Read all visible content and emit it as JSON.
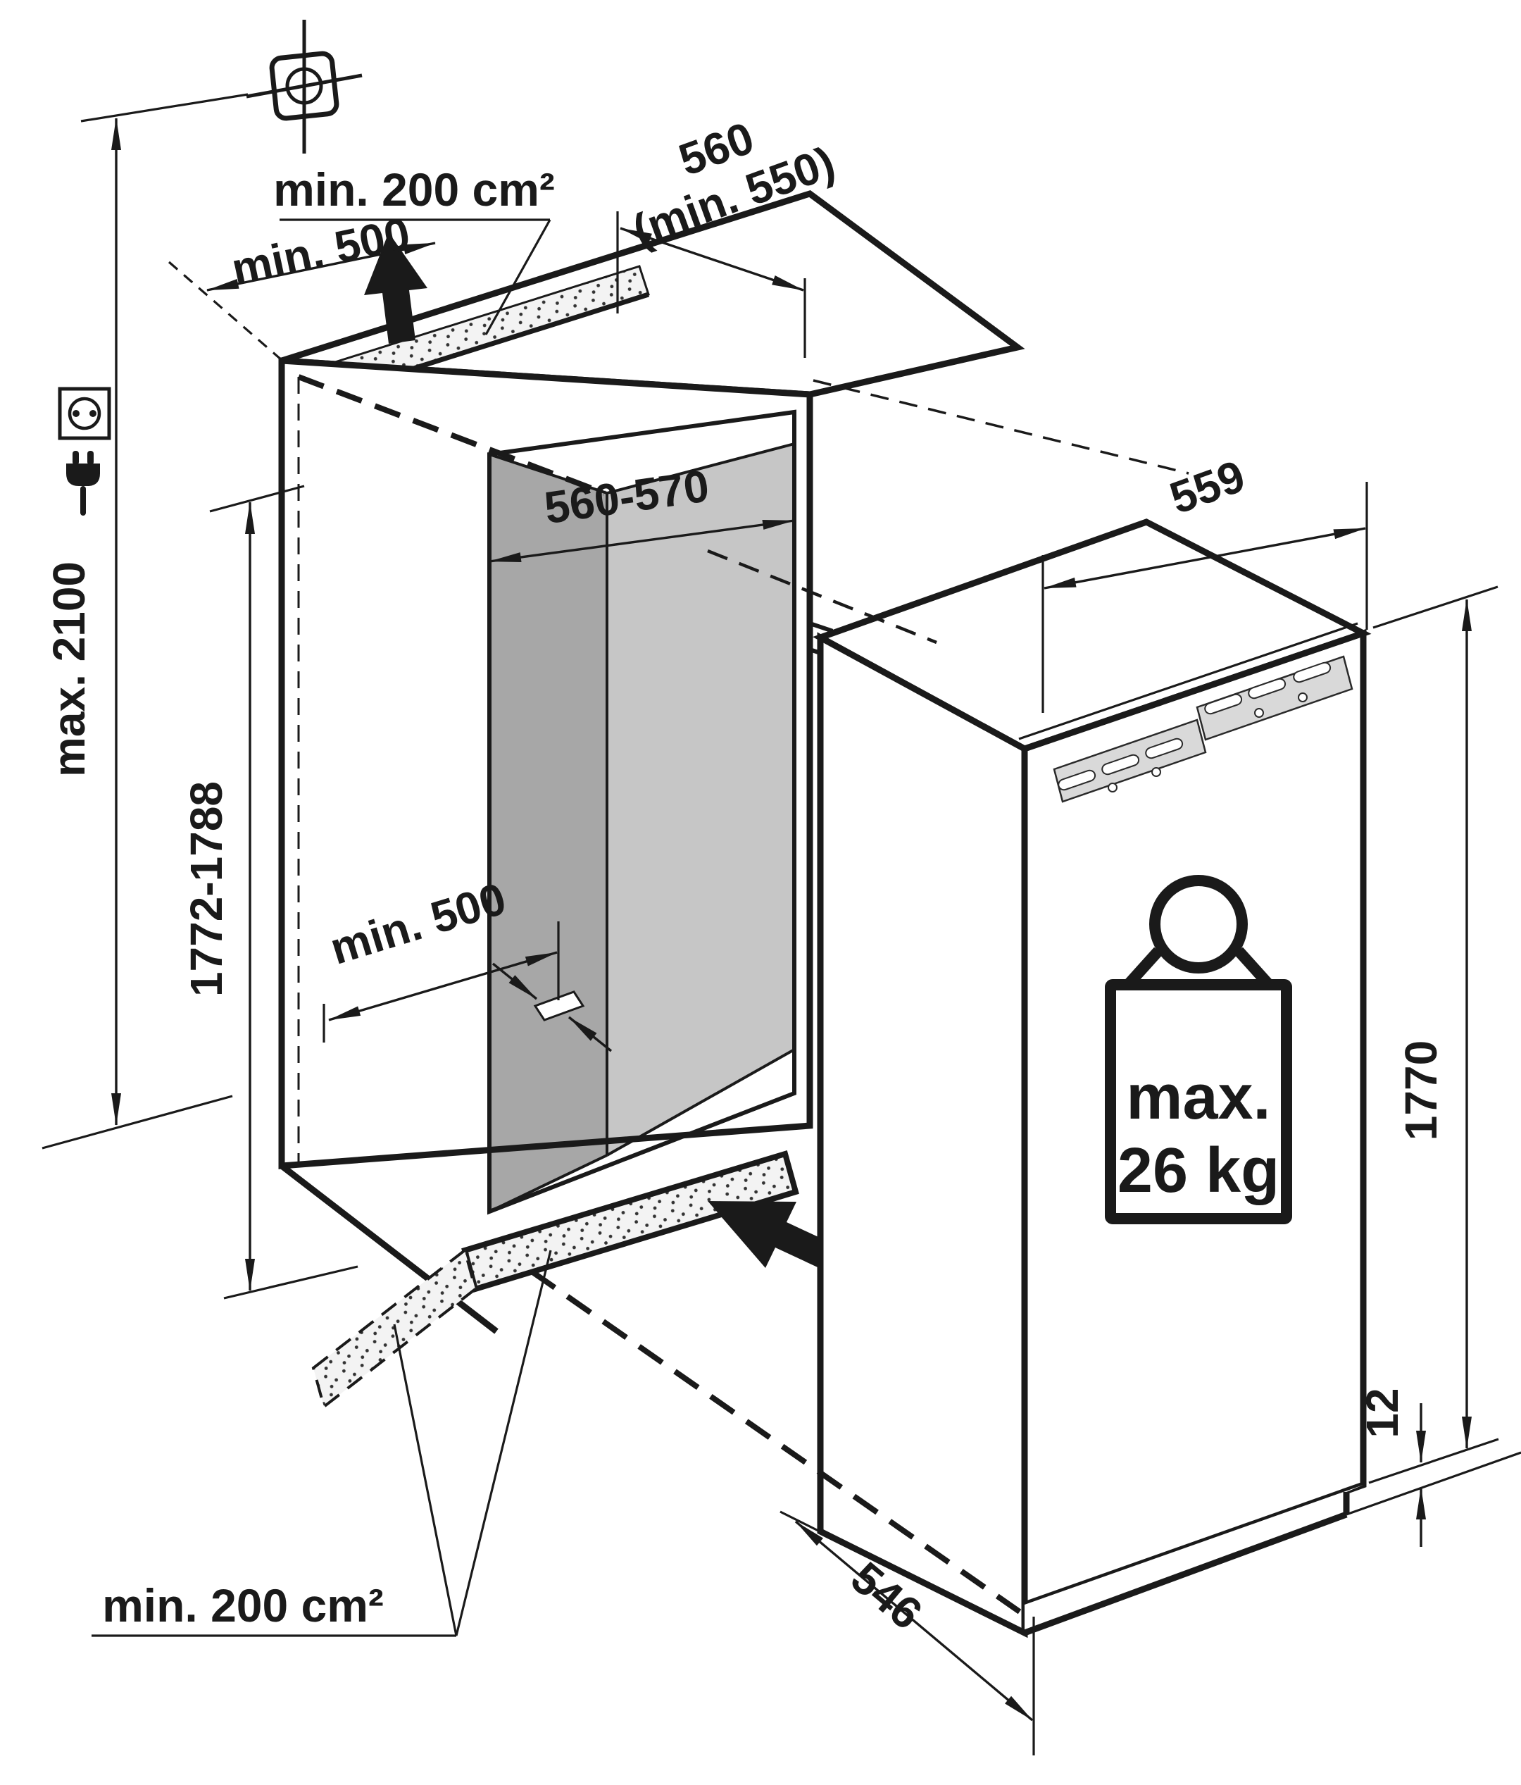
{
  "diagram": {
    "labels": {
      "top_vent_area": "min. 200 cm²",
      "top_clearance": "min. 500",
      "niche_depth_line1": "560",
      "niche_depth_line2": "(min. 550)",
      "max_height": "max. 2100",
      "niche_height": "1772-1788",
      "niche_width": "560-570",
      "floor_clearance": "min. 500",
      "appliance_width": "559",
      "appliance_height": "1770",
      "plinth_gap": "12",
      "appliance_depth": "546",
      "bottom_vent_area": "min. 200 cm²",
      "door_weight_line1": "max.",
      "door_weight_line2": "26 kg"
    },
    "colors": {
      "line": "#1a1a1a",
      "interior_side_wall": "#a7a7a7",
      "interior_back_wall": "#c6c6c6",
      "bracket_plate": "#d9d9d9"
    }
  }
}
